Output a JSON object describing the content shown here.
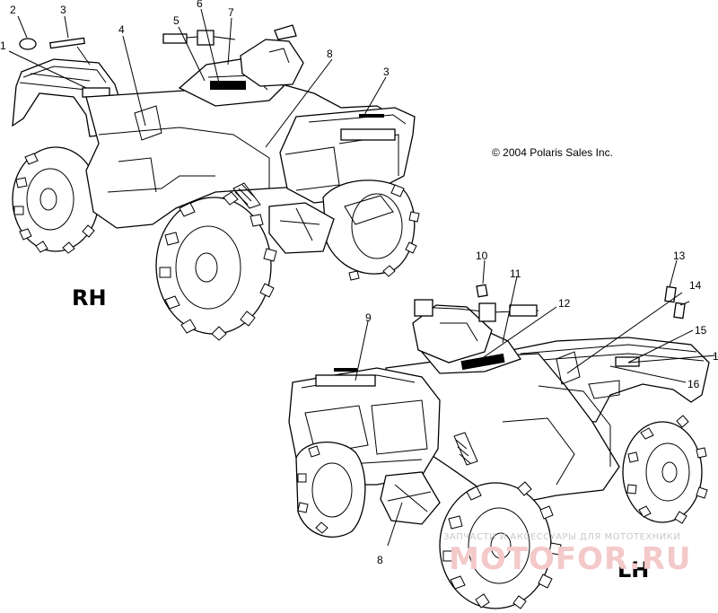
{
  "copyright": "© 2004 Polaris Sales Inc.",
  "side_labels": {
    "right": "RH",
    "left": "LH"
  },
  "callouts": {
    "rh": [
      "1",
      "2",
      "3",
      "4",
      "5",
      "6",
      "7",
      "8",
      "3"
    ],
    "lh": [
      "10",
      "11",
      "12",
      "13",
      "14",
      "15",
      "1",
      "16",
      "9",
      "8"
    ]
  },
  "watermark": {
    "tagline": "ЗАПЧАСТИ И АКСЕССУАРЫ ДЛЯ МОТОТЕХНИКИ",
    "logo": "MOTOFOR.RU"
  }
}
